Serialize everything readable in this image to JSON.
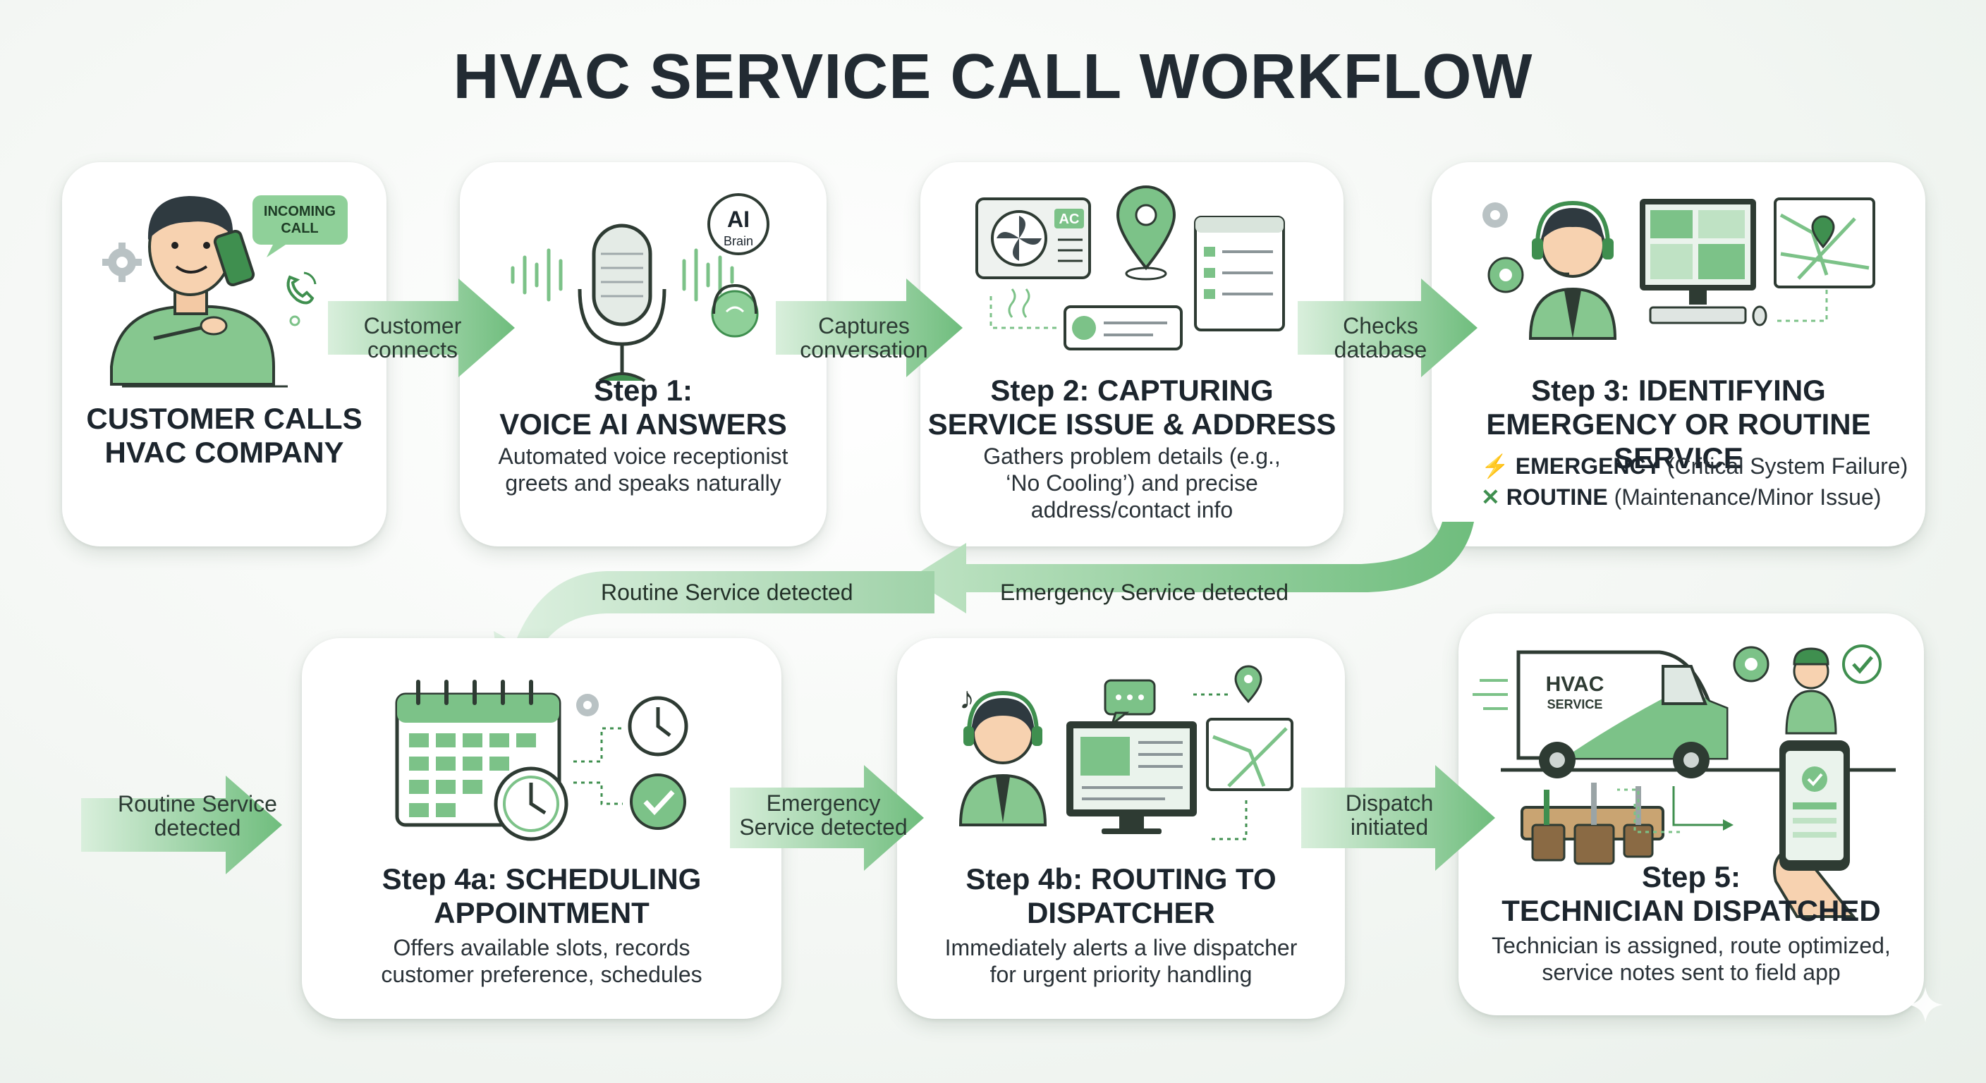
{
  "title": "HVAC SERVICE CALL WORKFLOW",
  "colors": {
    "accent_green": "#7cc288",
    "dark_green": "#3f8f4f",
    "text": "#1f2a30"
  },
  "cards": {
    "customer": {
      "title": "CUSTOMER CALLS\nHVAC COMPANY",
      "bubble": "INCOMING\nCALL"
    },
    "step1": {
      "title": "Step 1:\nVOICE AI ANSWERS",
      "desc": "Automated voice receptionist\ngreets and speaks naturally",
      "brain_ai": "AI",
      "brain_label": "Brain"
    },
    "step2": {
      "title": "Step 2: CAPTURING\nSERVICE ISSUE & ADDRESS",
      "desc": "Gathers problem details (e.g.,\n‘No Cooling’) and precise\naddress/contact info",
      "ac_label": "AC"
    },
    "step3": {
      "title": "Step 3: IDENTIFYING\nEMERGENCY OR ROUTINE SERVICE",
      "emergency_label": "EMERGENCY",
      "emergency_detail": "(Critical System Failure)",
      "routine_label": "ROUTINE",
      "routine_detail": "(Maintenance/Minor Issue)"
    },
    "step4a": {
      "title": "Step 4a: SCHEDULING\nAPPOINTMENT",
      "desc": "Offers available slots, records\ncustomer preference, schedules"
    },
    "step4b": {
      "title": "Step 4b: ROUTING TO\nDISPATCHER",
      "desc": "Immediately alerts a live dispatcher\nfor urgent priority handling"
    },
    "step5": {
      "title": "Step 5:\nTECHNICIAN DISPATCHED",
      "desc": "Technician is assigned, route optimized,\nservice notes sent to field app",
      "van_line1": "HVAC",
      "van_line2": "SERVICE"
    }
  },
  "arrows": {
    "customer_connects": "Customer\nconnects",
    "captures_conversation": "Captures\nconversation",
    "checks_database": "Checks\ndatabase",
    "routine_left": "Routine Service\ndetected",
    "emergency_mid": "Emergency\nService detected",
    "dispatch_initiated": "Dispatch\ninitiated"
  },
  "branch": {
    "routine": "Routine Service detected",
    "emergency": "Emergency Service detected"
  }
}
